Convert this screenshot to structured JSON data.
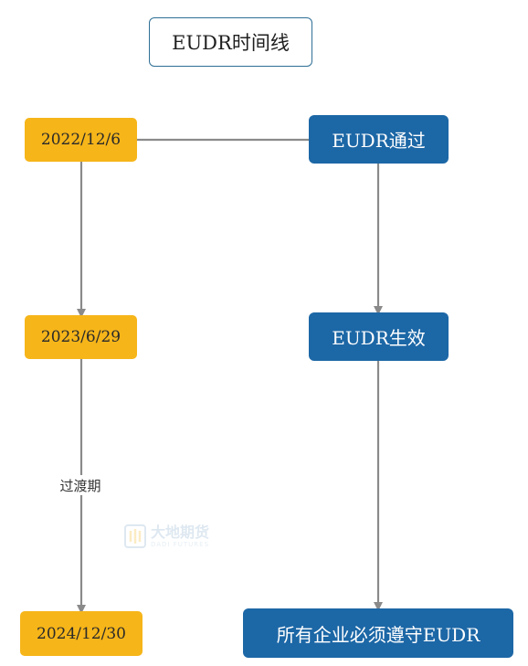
{
  "title": "EUDR时间线",
  "dates": [
    "2022/12/6",
    "2023/6/29",
    "2024/12/30"
  ],
  "events": [
    "EUDR通过",
    "EUDR生效",
    "所有企业必须遵守EUDR"
  ],
  "transition_label": "过渡期",
  "watermark": {
    "name_cn": "大地期货",
    "name_en": "DADI FUTURES"
  },
  "colors": {
    "date_fill": "#f6b519",
    "event_fill": "#1c67a6",
    "title_border": "#2f6f96",
    "connector": "#8a8a8a"
  }
}
